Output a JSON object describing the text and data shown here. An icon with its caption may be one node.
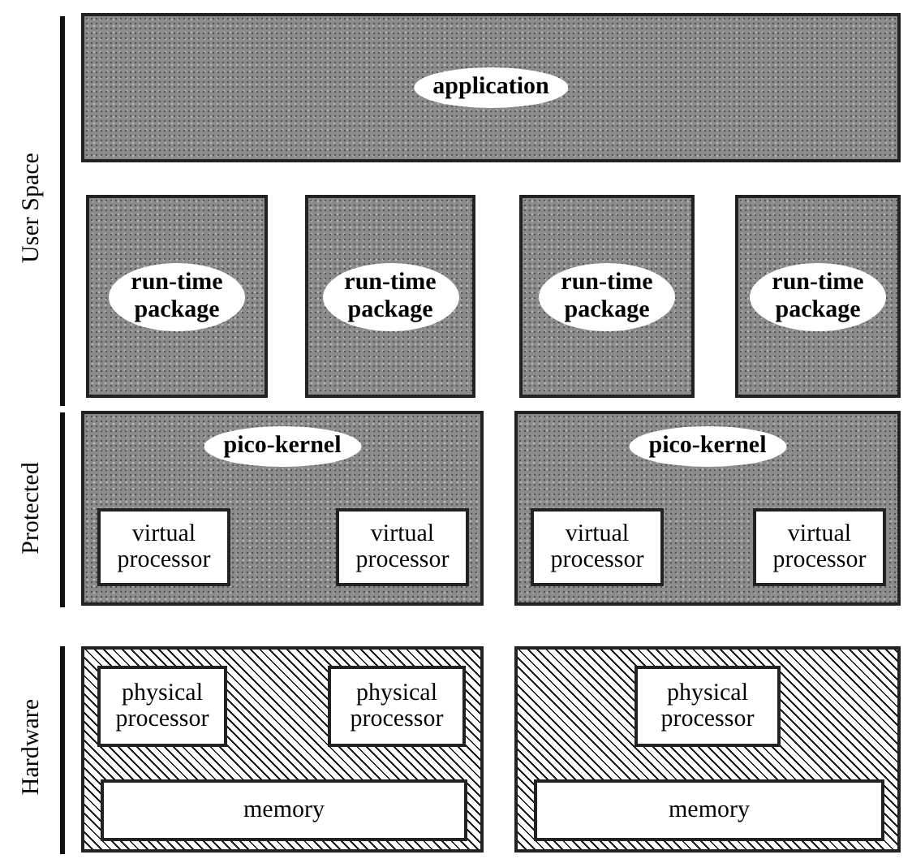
{
  "diagram": {
    "nodes": [
      {
        "text": [
          "application"
        ]
      },
      {
        "text": [
          "run-time package"
        ]
      },
      {
        "text": [
          "run-time package"
        ]
      },
      {
        "text": [
          "run-time package"
        ]
      },
      {
        "text": [
          "run-time package"
        ]
      },
      {
        "text": [
          "pico-kernel"
        ]
      },
      {
        "text": [
          "virtual processor"
        ],
        "in": 5
      },
      {
        "text": [
          "virtual processor"
        ],
        "in": 5
      },
      {
        "text": [
          "pico-kernel"
        ]
      },
      {
        "text": [
          "virtual processor"
        ],
        "in": 8
      },
      {
        "text": [
          "virtual processor"
        ],
        "in": 8
      },
      {
        "text": [],
        "shape": "box"
      },
      {
        "text": [
          "physical processor"
        ],
        "in": 11
      },
      {
        "text": [
          "physical processor"
        ],
        "in": 11
      },
      {
        "text": [
          "memory"
        ],
        "in": 11
      },
      {
        "text": [],
        "shape": "box"
      },
      {
        "text": [
          "physical processor"
        ],
        "in": 15
      },
      {
        "text": [
          "memory"
        ],
        "in": 15
      }
    ],
    "labels": [
      "User Space",
      "Protected",
      "Hardware"
    ]
  }
}
